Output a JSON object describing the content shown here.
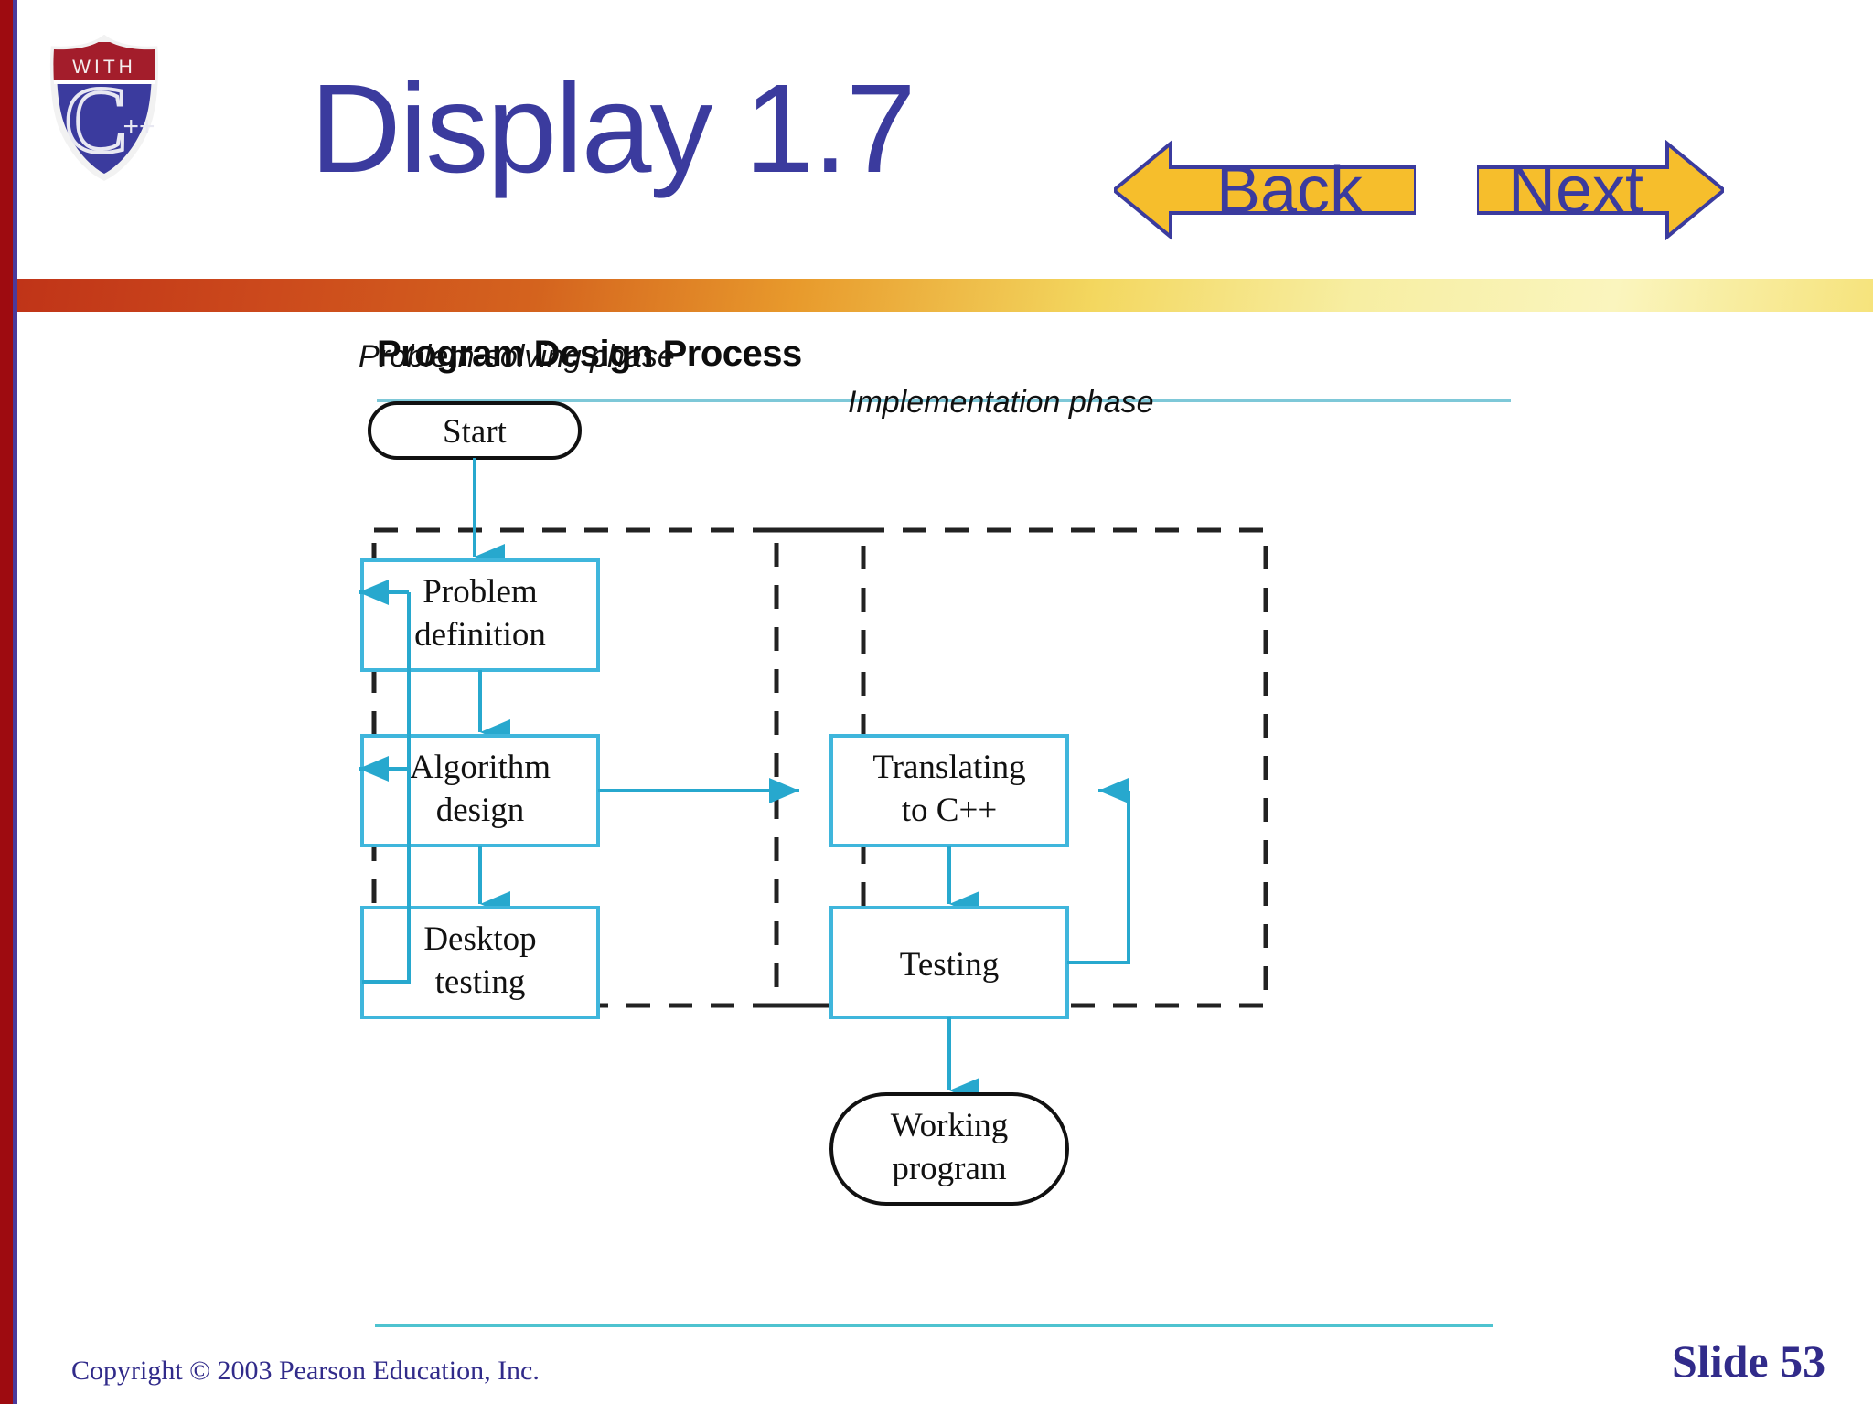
{
  "slide": {
    "title": "Display 1.7",
    "title_color": "#3B3B9E",
    "accent_rail_color": "#9E0B10",
    "logo": {
      "top_text": "WITH",
      "letter": "C",
      "plus_text": "++",
      "shield_top_color": "#A31D2B",
      "shield_body_color": "#3B3B9E"
    },
    "nav": {
      "back_label": "Back",
      "next_label": "Next",
      "arrow_fill": "#F6BE2C",
      "arrow_stroke": "#3B3B9E"
    }
  },
  "figure": {
    "title": "Program Design Process",
    "rule_color": "#7EC8D8",
    "box_stroke": "#3FB6DC",
    "arrow_color": "#27A8CE",
    "terminator_stroke": "#111111",
    "phases": [
      {
        "label": "Problem-solving phase"
      },
      {
        "label": "Implementation phase"
      }
    ],
    "terminators": [
      {
        "id": "start",
        "label": "Start"
      },
      {
        "id": "working-program",
        "line1": "Working",
        "line2": "program"
      }
    ],
    "boxes": [
      {
        "id": "problem-definition",
        "line1": "Problem",
        "line2": "definition"
      },
      {
        "id": "algorithm-design",
        "line1": "Algorithm",
        "line2": "design"
      },
      {
        "id": "desktop-testing",
        "line1": "Desktop",
        "line2": "testing"
      },
      {
        "id": "translating-to-cpp",
        "line1": "Translating",
        "line2": "to C++"
      },
      {
        "id": "testing",
        "line1": "Testing",
        "line2": ""
      }
    ]
  },
  "footer": {
    "copyright": "Copyright © 2003 Pearson Education, Inc.",
    "slide_label": "Slide 53",
    "rule_color": "#4EC3D0",
    "text_color": "#312B8A"
  }
}
